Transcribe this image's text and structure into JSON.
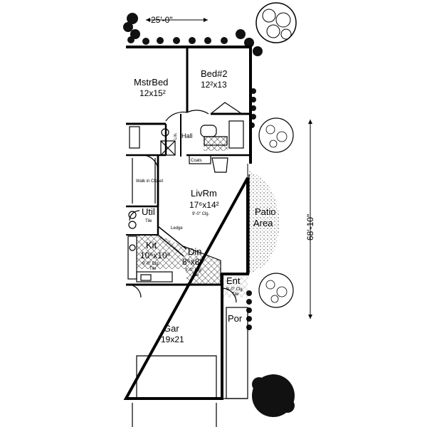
{
  "dimensions": {
    "width": "25'-0\"",
    "depth": "68'-10\""
  },
  "rooms": {
    "master_bed": {
      "name": "MstrBed",
      "size": "12x15²"
    },
    "bed2": {
      "name": "Bed#2",
      "size": "12²x13"
    },
    "hall": {
      "name": "Hall"
    },
    "linen": {
      "name": "Lin."
    },
    "coats": {
      "name": "Coats"
    },
    "walk_in_closet": {
      "name": "Walk in Closet"
    },
    "living": {
      "name": "LivRm",
      "size": "17⁶x14²",
      "ceiling": "9'-0\" Clg."
    },
    "ledge": {
      "name": "Ledge"
    },
    "utility": {
      "name": "Util",
      "note": "Tile"
    },
    "kitchen": {
      "name": "Kit",
      "size": "10⁶x10⁶",
      "ceiling": "9'-0\" Clg.",
      "note": "Tile"
    },
    "dining": {
      "name": "Din",
      "size": "8⁶x8⁶",
      "ceiling": "9'-0\" Clg.",
      "note": "Tile"
    },
    "entry": {
      "name": "Ent",
      "ceiling": "9'-0\" Clg.",
      "note": "Tile"
    },
    "patio": {
      "name": "Patio\nArea"
    },
    "porch": {
      "name": "Por"
    },
    "garage": {
      "name": "Gar",
      "size": "19x21"
    }
  }
}
